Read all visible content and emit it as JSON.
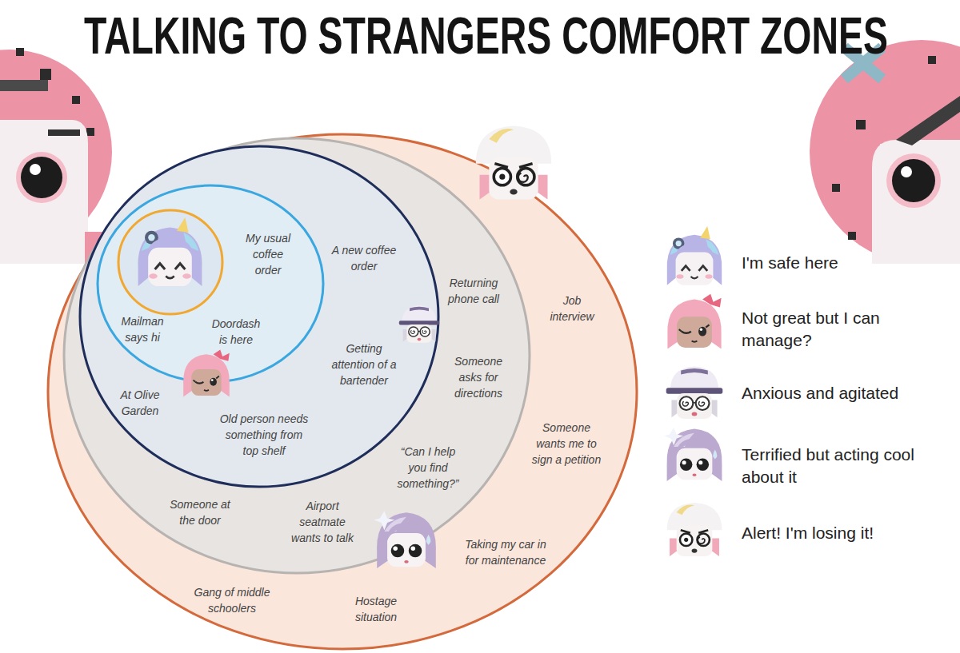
{
  "diagram": {
    "title": "TALKING TO STRANGERS COMFORT ZONES",
    "nodes": [
      {
        "text": [
          "Job interview",
          "Someone wants me to sign a petition",
          "Taking my car in for maintenance",
          "Gang of middle schoolers",
          "Hostage situation"
        ]
      },
      {
        "text": [
          "Returning phone call",
          "Someone asks for directions",
          "“Can I help you find something?”",
          "Someone at the door",
          "Airport seatmate wants to talk"
        ],
        "in": 0
      },
      {
        "text": [
          "A new coffee order",
          "Getting attention of a bartender",
          "At Olive Garden",
          "Old person needs something from top shelf"
        ],
        "in": 1
      },
      {
        "text": [
          "My usual coffee order",
          "Mailman says hi",
          "Doordash is here"
        ],
        "in": 2
      }
    ],
    "legend": [
      {
        "text": "I'm safe here"
      },
      {
        "text": "Not great but I can manage?"
      },
      {
        "text": "Anxious and agitated"
      },
      {
        "text": "Terrified but acting cool about it"
      },
      {
        "text": "Alert! I'm losing it!"
      }
    ]
  }
}
